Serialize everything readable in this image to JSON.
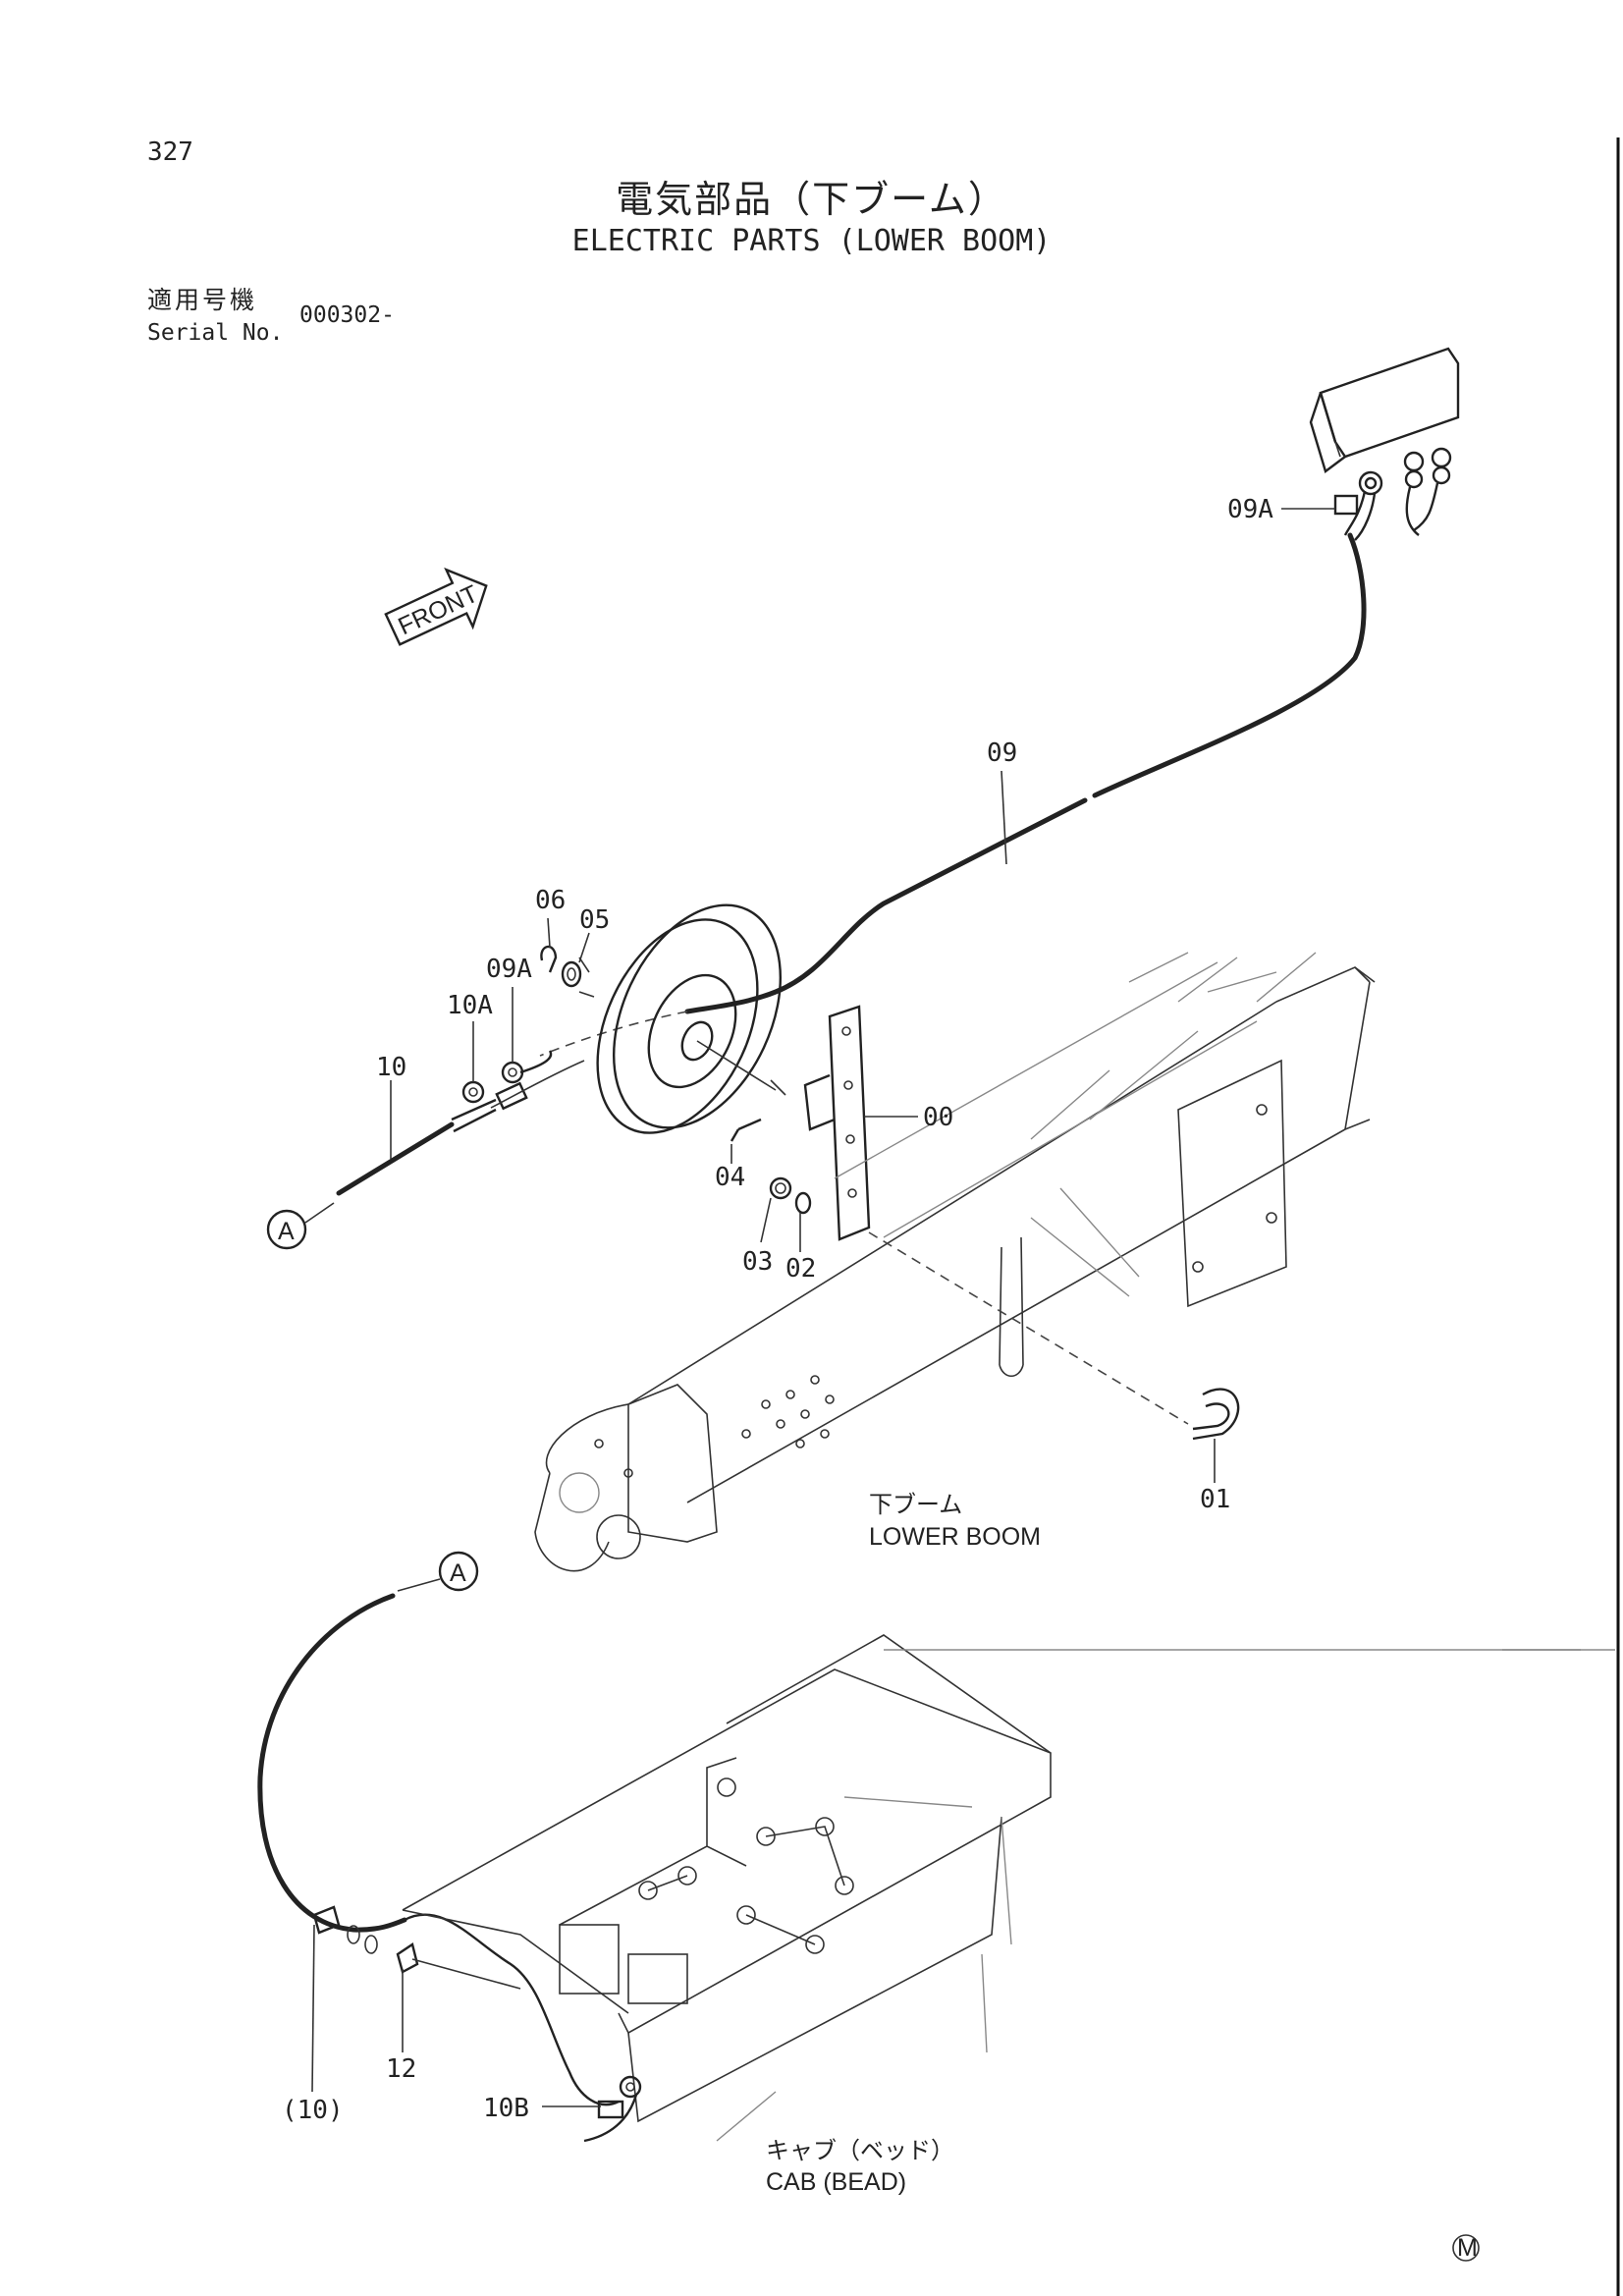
{
  "header": {
    "page_number": "327",
    "title_jp": "電気部品（下ブーム）",
    "title_en": "ELECTRIC PARTS (LOWER BOOM)",
    "serial_label_jp": "適用号機",
    "serial_label_en": "Serial No.",
    "serial_value": "000302-"
  },
  "diagram": {
    "front_marker": "FRONT",
    "callouts": {
      "c09A_top": "09A",
      "c09": "09",
      "c06": "06",
      "c05": "05",
      "c09A_mid": "09A",
      "c10A": "10A",
      "c10": "10",
      "c00": "00",
      "c04": "04",
      "c03": "03",
      "c02": "02",
      "c01": "01",
      "c12": "12",
      "c10_paren": "(10)",
      "c10B": "10B"
    },
    "ref_a_top": "A",
    "ref_a_bottom": "A",
    "lower_boom_jp": "下ブーム",
    "lower_boom_en": "LOWER BOOM",
    "cab_jp": "キャブ（ベッド）",
    "cab_en": "CAB (BEAD)",
    "corner_mark": "M"
  }
}
